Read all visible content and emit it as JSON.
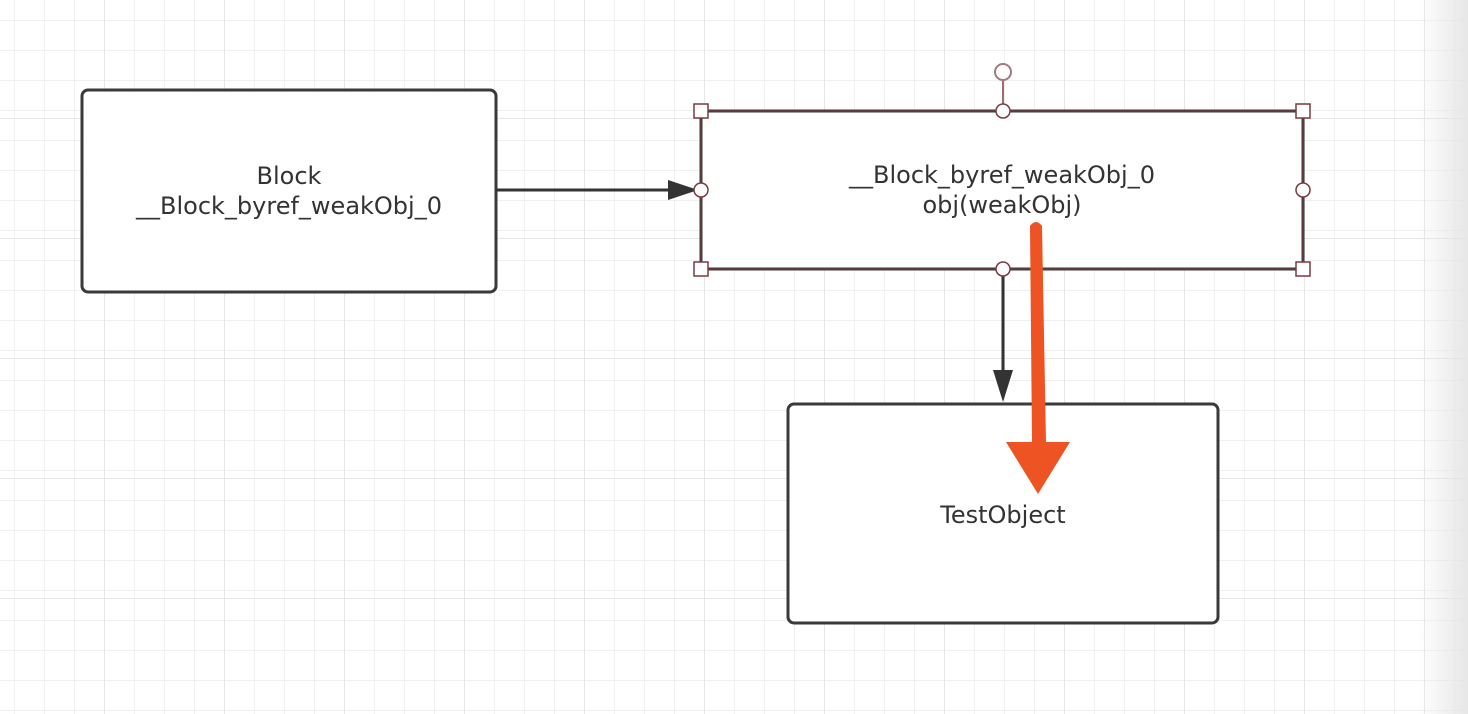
{
  "canvas": {
    "grid": true
  },
  "nodes": [
    {
      "id": "block",
      "lines": [
        "Block",
        "__Block_byref_weakObj_0"
      ],
      "selected": false
    },
    {
      "id": "byref",
      "lines": [
        "__Block_byref_weakObj_0",
        "obj(weakObj)"
      ],
      "selected": true
    },
    {
      "id": "testobject",
      "lines": [
        "TestObject"
      ],
      "selected": false
    }
  ],
  "edges": [
    {
      "from": "block",
      "to": "byref",
      "style": "solid-arrow"
    },
    {
      "from": "byref",
      "to": "testobject",
      "style": "solid-arrow"
    }
  ],
  "annotation": {
    "type": "highlight-arrow",
    "color": "#EE5324",
    "from": "byref",
    "to": "testobject"
  },
  "colors": {
    "node_border": "#3a3a3a",
    "selection": "#7a3a3f",
    "edge": "#333333",
    "text": "#333333"
  }
}
